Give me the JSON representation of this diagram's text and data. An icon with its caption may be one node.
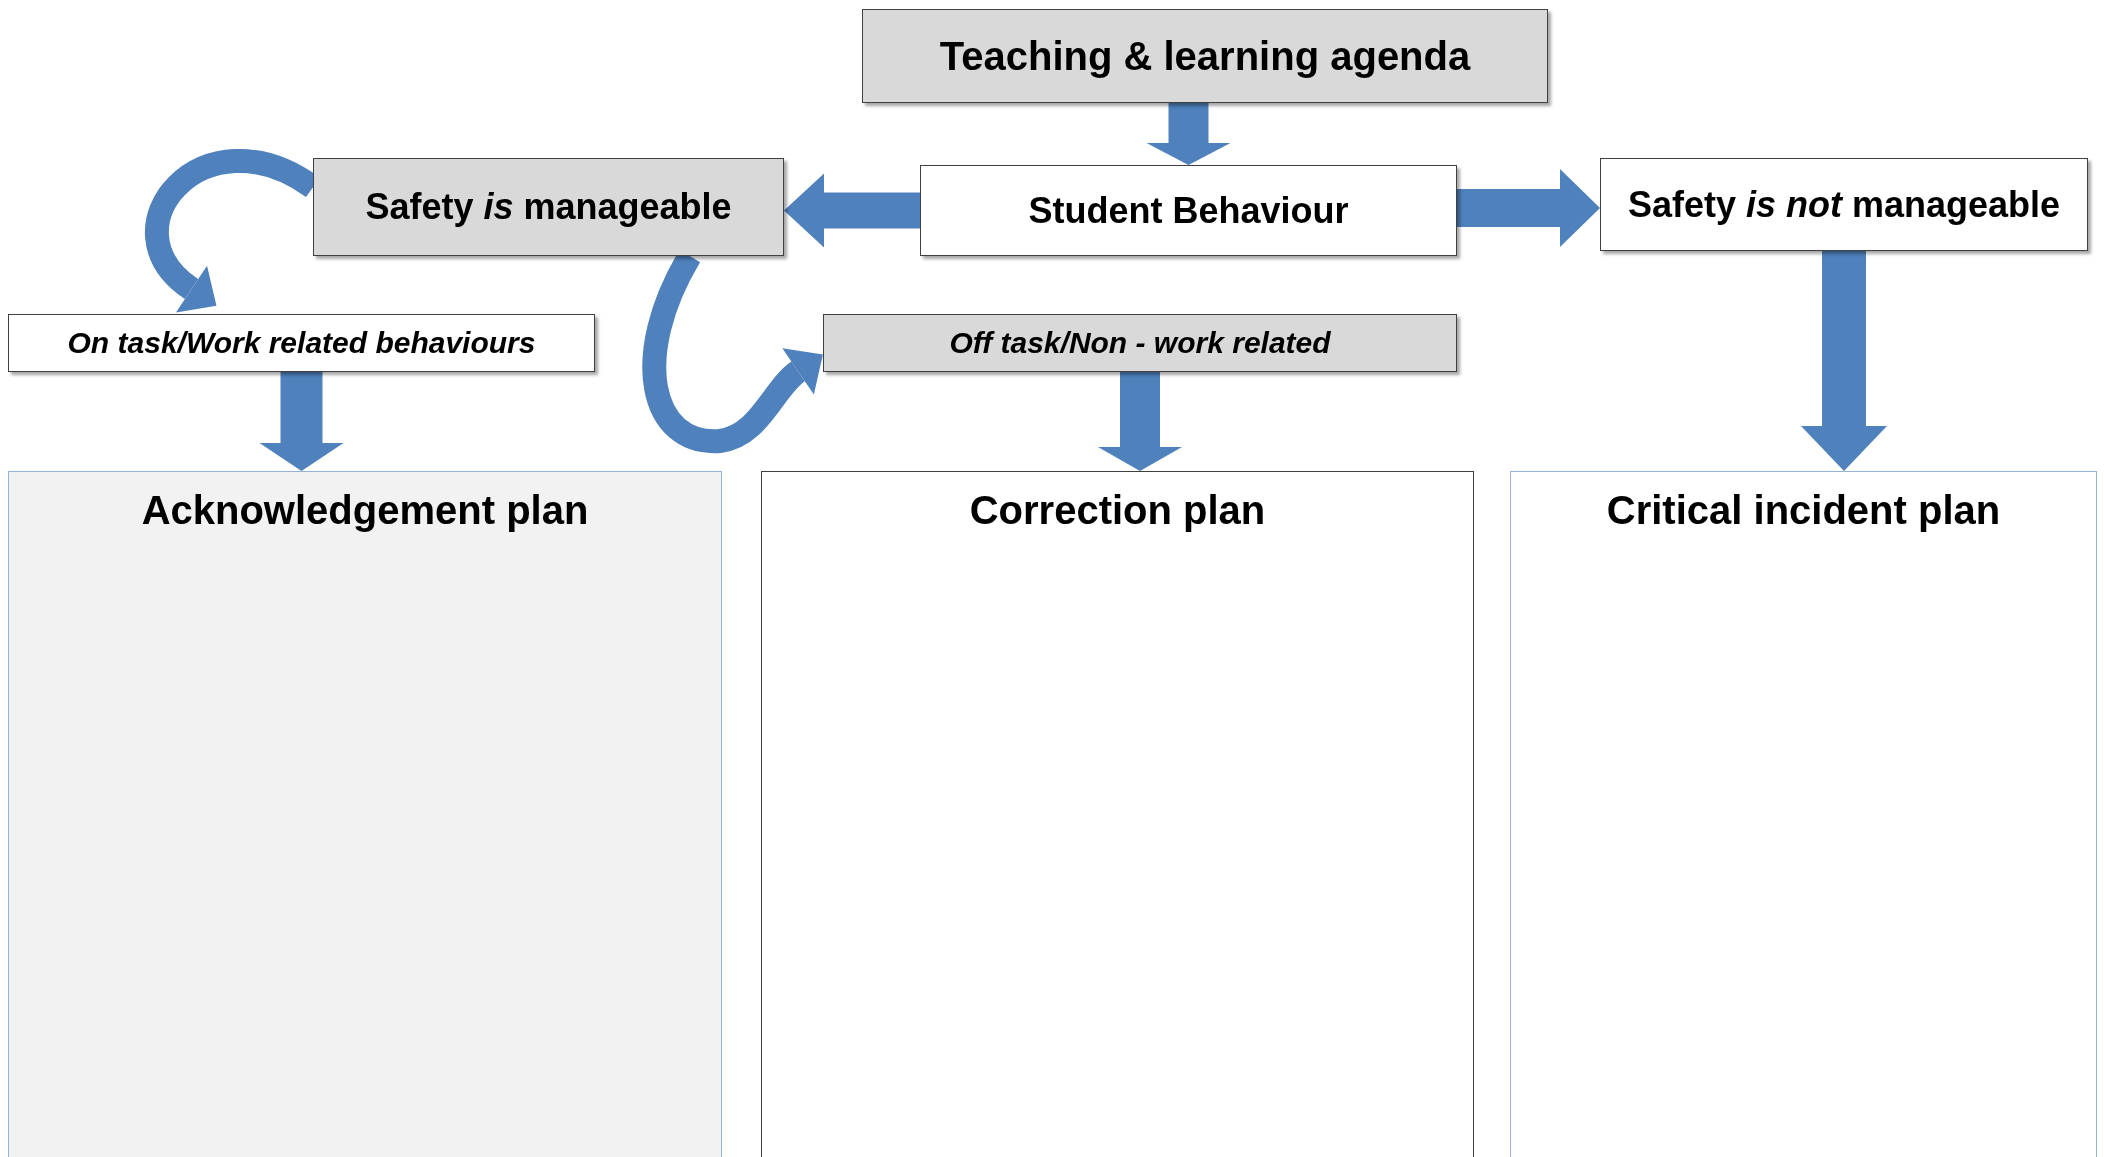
{
  "diagram": {
    "nodes": [
      {
        "text": [
          "Teaching & learning agenda"
        ]
      },
      {
        "text": [
          "Student Behaviour"
        ]
      },
      {
        "text": [
          "Safety *is* manageable"
        ]
      },
      {
        "text": [
          "Safety *is not* manageable"
        ]
      },
      {
        "text": [
          "On task/Work related behaviours"
        ]
      },
      {
        "text": [
          "Off task/Non - work related"
        ]
      },
      {
        "text": [
          "Acknowledgement plan"
        ]
      },
      {
        "text": [
          "Correction plan"
        ]
      },
      {
        "text": [
          "Critical incident plan"
        ]
      }
    ],
    "edges": [
      {
        "from": 0,
        "to": 1,
        "arrow": "to"
      },
      {
        "from": 1,
        "to": 2,
        "arrow": "to"
      },
      {
        "from": 1,
        "to": 3,
        "arrow": "to"
      },
      {
        "from": 2,
        "to": 4,
        "arrow": "to"
      },
      {
        "from": 2,
        "to": 5,
        "arrow": "to"
      },
      {
        "from": 4,
        "to": 6,
        "arrow": "to"
      },
      {
        "from": 5,
        "to": 7,
        "arrow": "to"
      },
      {
        "from": 3,
        "to": 8,
        "arrow": "to"
      }
    ]
  }
}
